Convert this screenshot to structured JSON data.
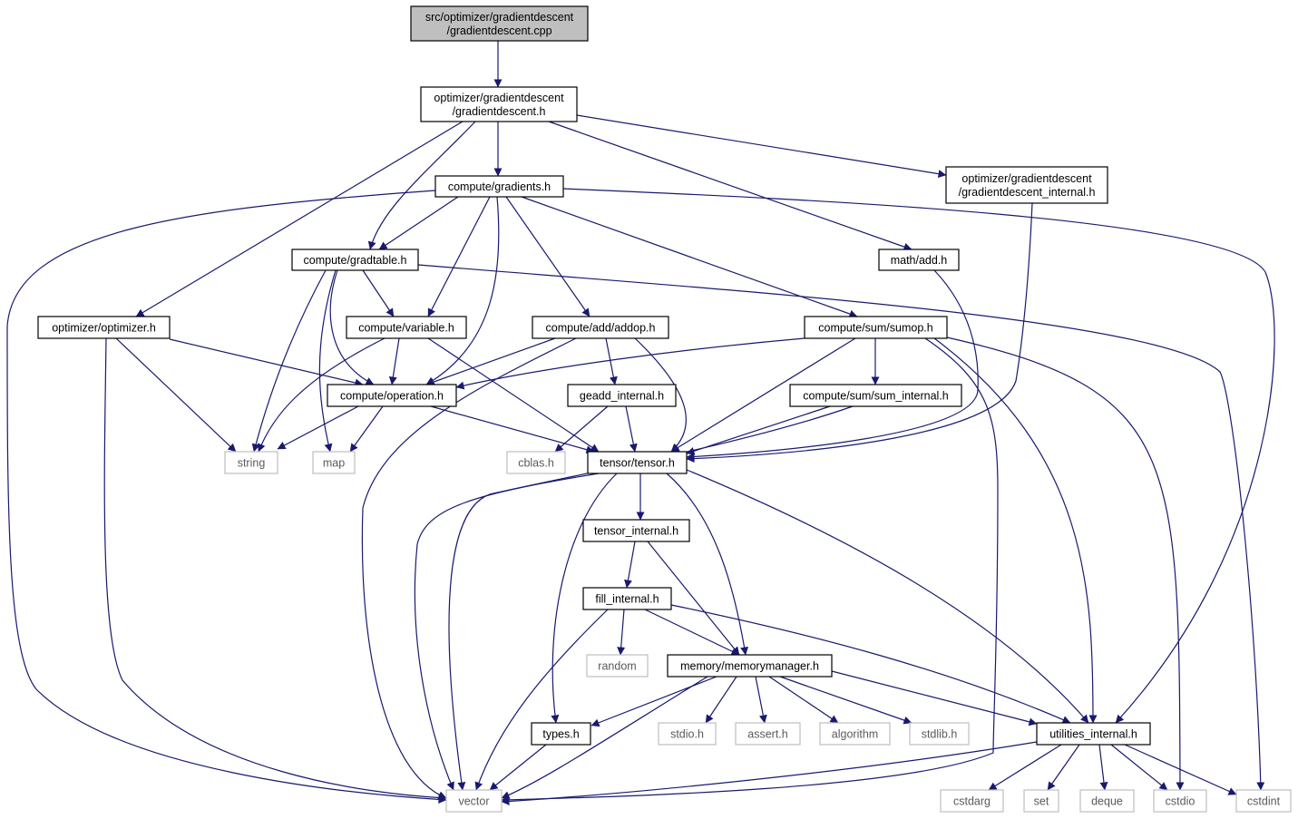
{
  "colors": {
    "edge": "#191970",
    "node_border": "#000000",
    "system_border": "#bfbfbf",
    "root_fill": "#bfbfbf",
    "node_fill": "#ffffff"
  },
  "nodes": {
    "root": {
      "lines": [
        "src/optimizer/gradientdescent",
        "/gradientdescent.cpp"
      ],
      "kind": "root"
    },
    "gd_h": {
      "lines": [
        "optimizer/gradientdescent",
        "/gradientdescent.h"
      ],
      "kind": "project"
    },
    "gradients_h": {
      "lines": [
        "compute/gradients.h"
      ],
      "kind": "project"
    },
    "gd_internal_h": {
      "lines": [
        "optimizer/gradientdescent",
        "/gradientdescent_internal.h"
      ],
      "kind": "project"
    },
    "gradtable_h": {
      "lines": [
        "compute/gradtable.h"
      ],
      "kind": "project"
    },
    "math_add_h": {
      "lines": [
        "math/add.h"
      ],
      "kind": "project"
    },
    "optimizer_h": {
      "lines": [
        "optimizer/optimizer.h"
      ],
      "kind": "project"
    },
    "variable_h": {
      "lines": [
        "compute/variable.h"
      ],
      "kind": "project"
    },
    "addop_h": {
      "lines": [
        "compute/add/addop.h"
      ],
      "kind": "project"
    },
    "sumop_h": {
      "lines": [
        "compute/sum/sumop.h"
      ],
      "kind": "project"
    },
    "operation_h": {
      "lines": [
        "compute/operation.h"
      ],
      "kind": "project"
    },
    "geadd_internal_h": {
      "lines": [
        "geadd_internal.h"
      ],
      "kind": "project"
    },
    "sum_internal_h": {
      "lines": [
        "compute/sum/sum_internal.h"
      ],
      "kind": "project"
    },
    "string": {
      "lines": [
        "string"
      ],
      "kind": "system"
    },
    "map": {
      "lines": [
        "map"
      ],
      "kind": "system"
    },
    "cblas_h": {
      "lines": [
        "cblas.h"
      ],
      "kind": "system"
    },
    "tensor_h": {
      "lines": [
        "tensor/tensor.h"
      ],
      "kind": "project"
    },
    "tensor_internal_h": {
      "lines": [
        "tensor_internal.h"
      ],
      "kind": "project"
    },
    "fill_internal_h": {
      "lines": [
        "fill_internal.h"
      ],
      "kind": "project"
    },
    "random": {
      "lines": [
        "random"
      ],
      "kind": "system"
    },
    "memorymanager_h": {
      "lines": [
        "memory/memorymanager.h"
      ],
      "kind": "project"
    },
    "types_h": {
      "lines": [
        "types.h"
      ],
      "kind": "project"
    },
    "stdio_h": {
      "lines": [
        "stdio.h"
      ],
      "kind": "system"
    },
    "assert_h": {
      "lines": [
        "assert.h"
      ],
      "kind": "system"
    },
    "algorithm": {
      "lines": [
        "algorithm"
      ],
      "kind": "system"
    },
    "stdlib_h": {
      "lines": [
        "stdlib.h"
      ],
      "kind": "system"
    },
    "utilities_internal_h": {
      "lines": [
        "utilities_internal.h"
      ],
      "kind": "project"
    },
    "vector": {
      "lines": [
        "vector"
      ],
      "kind": "system"
    },
    "cstdarg": {
      "lines": [
        "cstdarg"
      ],
      "kind": "system"
    },
    "set": {
      "lines": [
        "set"
      ],
      "kind": "system"
    },
    "deque": {
      "lines": [
        "deque"
      ],
      "kind": "system"
    },
    "cstdio": {
      "lines": [
        "cstdio"
      ],
      "kind": "system"
    },
    "cstdint": {
      "lines": [
        "cstdint"
      ],
      "kind": "system"
    }
  },
  "edges": [
    [
      "root",
      "gd_h"
    ],
    [
      "gd_h",
      "gradients_h"
    ],
    [
      "gd_h",
      "gd_internal_h"
    ],
    [
      "gd_h",
      "gradtable_h"
    ],
    [
      "gd_h",
      "math_add_h"
    ],
    [
      "gd_h",
      "optimizer_h"
    ],
    [
      "gradients_h",
      "gradtable_h"
    ],
    [
      "gradients_h",
      "variable_h"
    ],
    [
      "gradients_h",
      "operation_h"
    ],
    [
      "gradients_h",
      "addop_h"
    ],
    [
      "gradients_h",
      "sumop_h"
    ],
    [
      "gradients_h",
      "vector"
    ],
    [
      "gradients_h",
      "utilities_internal_h"
    ],
    [
      "gd_internal_h",
      "tensor_h"
    ],
    [
      "gradtable_h",
      "variable_h"
    ],
    [
      "gradtable_h",
      "operation_h"
    ],
    [
      "gradtable_h",
      "string"
    ],
    [
      "gradtable_h",
      "map"
    ],
    [
      "gradtable_h",
      "cstdint"
    ],
    [
      "math_add_h",
      "tensor_h"
    ],
    [
      "optimizer_h",
      "operation_h"
    ],
    [
      "optimizer_h",
      "string"
    ],
    [
      "optimizer_h",
      "vector"
    ],
    [
      "variable_h",
      "operation_h"
    ],
    [
      "variable_h",
      "string"
    ],
    [
      "variable_h",
      "tensor_h"
    ],
    [
      "addop_h",
      "operation_h"
    ],
    [
      "addop_h",
      "geadd_internal_h"
    ],
    [
      "addop_h",
      "tensor_h"
    ],
    [
      "addop_h",
      "vector"
    ],
    [
      "sumop_h",
      "operation_h"
    ],
    [
      "sumop_h",
      "sum_internal_h"
    ],
    [
      "sumop_h",
      "tensor_h"
    ],
    [
      "sumop_h",
      "vector"
    ],
    [
      "sumop_h",
      "utilities_internal_h"
    ],
    [
      "sumop_h",
      "cstdio"
    ],
    [
      "operation_h",
      "string"
    ],
    [
      "operation_h",
      "map"
    ],
    [
      "operation_h",
      "tensor_h"
    ],
    [
      "geadd_internal_h",
      "cblas_h"
    ],
    [
      "geadd_internal_h",
      "tensor_h"
    ],
    [
      "sum_internal_h",
      "tensor_h"
    ],
    [
      "sum_internal_h",
      "vector"
    ],
    [
      "tensor_h",
      "tensor_internal_h"
    ],
    [
      "tensor_h",
      "memorymanager_h"
    ],
    [
      "tensor_h",
      "types_h"
    ],
    [
      "tensor_h",
      "vector"
    ],
    [
      "tensor_h",
      "utilities_internal_h"
    ],
    [
      "tensor_internal_h",
      "fill_internal_h"
    ],
    [
      "tensor_internal_h",
      "memorymanager_h"
    ],
    [
      "fill_internal_h",
      "random"
    ],
    [
      "fill_internal_h",
      "memorymanager_h"
    ],
    [
      "fill_internal_h",
      "utilities_internal_h"
    ],
    [
      "fill_internal_h",
      "vector"
    ],
    [
      "memorymanager_h",
      "types_h"
    ],
    [
      "memorymanager_h",
      "stdio_h"
    ],
    [
      "memorymanager_h",
      "assert_h"
    ],
    [
      "memorymanager_h",
      "algorithm"
    ],
    [
      "memorymanager_h",
      "stdlib_h"
    ],
    [
      "memorymanager_h",
      "utilities_internal_h"
    ],
    [
      "memorymanager_h",
      "vector"
    ],
    [
      "types_h",
      "vector"
    ],
    [
      "utilities_internal_h",
      "vector"
    ],
    [
      "utilities_internal_h",
      "cstdarg"
    ],
    [
      "utilities_internal_h",
      "set"
    ],
    [
      "utilities_internal_h",
      "deque"
    ],
    [
      "utilities_internal_h",
      "cstdio"
    ],
    [
      "utilities_internal_h",
      "cstdint"
    ]
  ]
}
